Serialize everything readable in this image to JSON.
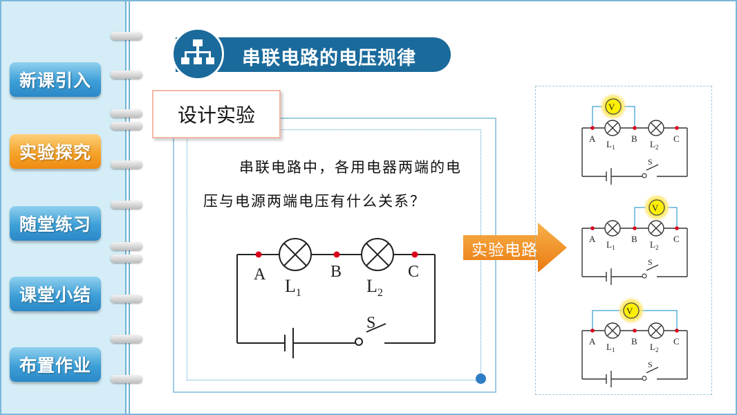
{
  "nav": {
    "items": [
      {
        "label": "新课引入",
        "active": false
      },
      {
        "label": "实验探究",
        "active": true
      },
      {
        "label": "随堂练习",
        "active": false
      },
      {
        "label": "课堂小结",
        "active": false
      },
      {
        "label": "布置作业",
        "active": false
      }
    ]
  },
  "header": {
    "title": "串联电路的电压规律",
    "icon": "hierarchy-icon"
  },
  "design": {
    "tab_label": "设计实验",
    "question": "串联电路中，各用电器两端的电压与电源两端电压有什么关系？"
  },
  "circuit": {
    "point_a": "A",
    "point_b": "B",
    "point_c": "C",
    "lamp1": "L",
    "lamp1_sub": "1",
    "lamp2": "L",
    "lamp2_sub": "2",
    "switch": "S"
  },
  "arrow": {
    "label": "实验电路"
  },
  "experiments": [
    {
      "meter": "V",
      "a": "A",
      "b": "B",
      "c": "C",
      "l": "L",
      "l1": "1",
      "l2": "2",
      "s": "S",
      "position": "L1"
    },
    {
      "meter": "V",
      "a": "A",
      "b": "B",
      "c": "C",
      "l": "L",
      "l1": "1",
      "l2": "2",
      "s": "S",
      "position": "L2"
    },
    {
      "meter": "V",
      "a": "A",
      "b": "B",
      "c": "C",
      "l": "L",
      "l1": "1",
      "l2": "2",
      "s": "S",
      "position": "AC"
    }
  ],
  "colors": {
    "accent": "#1a6a9b",
    "nav_blue": "#3d9fd7",
    "nav_active": "#f5a32a",
    "meter": "#ffee00",
    "node": "#d9001b"
  }
}
